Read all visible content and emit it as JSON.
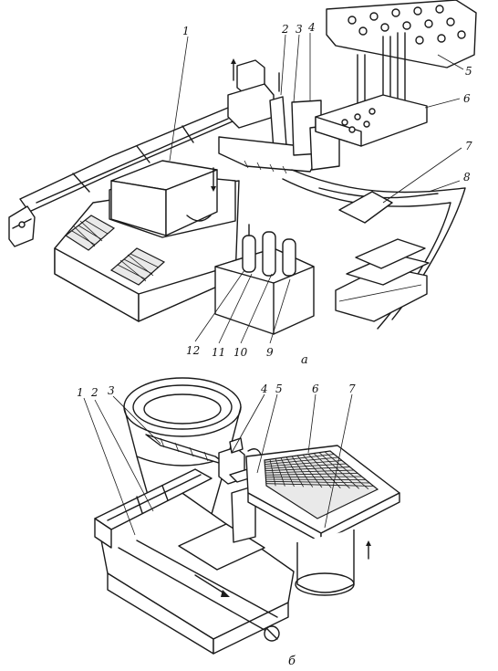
{
  "figure_a": {
    "caption": "a",
    "labels": [
      "1",
      "2",
      "3",
      "4",
      "5",
      "6",
      "7",
      "8",
      "9",
      "10",
      "11",
      "12"
    ]
  },
  "figure_b": {
    "caption": "б",
    "labels": [
      "1",
      "2",
      "3",
      "4",
      "5",
      "6",
      "7"
    ]
  }
}
